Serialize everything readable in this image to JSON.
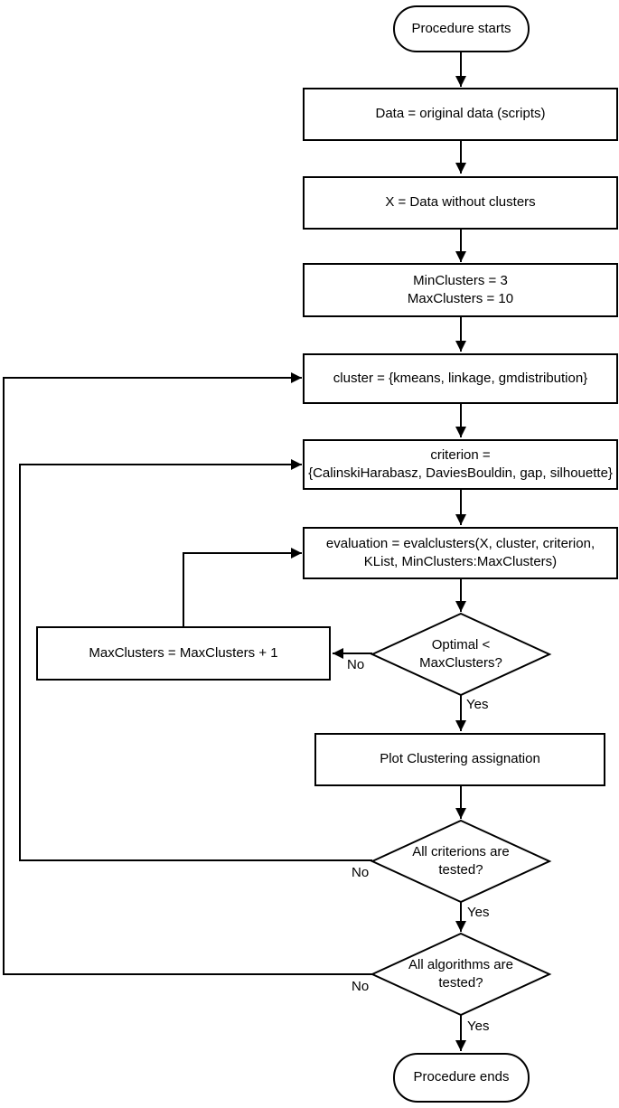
{
  "diagram": {
    "type": "flowchart",
    "colors": {
      "stroke": "#000000",
      "node_fill": "#ffffff",
      "background": "#ffffff",
      "text": "#000000"
    },
    "nodes": {
      "start": {
        "shape": "terminal",
        "label": "Procedure starts"
      },
      "data": {
        "shape": "process",
        "label": "Data = original data (scripts)"
      },
      "x": {
        "shape": "process",
        "label": "X = Data without clusters"
      },
      "minmax": {
        "shape": "process",
        "label": "MinClusters = 3\nMaxClusters = 10"
      },
      "cluster": {
        "shape": "process",
        "label": "cluster = {kmeans, linkage, gmdistribution}"
      },
      "criterion": {
        "shape": "process",
        "label": "criterion =\n{CalinskiHarabasz, DaviesBouldin, gap, silhouette}"
      },
      "evaluation": {
        "shape": "process",
        "label": "evaluation = evalclusters(X, cluster, criterion,\nKList, MinClusters:MaxClusters)"
      },
      "optimal": {
        "shape": "decision",
        "label": "Optimal <\nMaxClusters?"
      },
      "increment": {
        "shape": "process",
        "label": "MaxClusters = MaxClusters + 1"
      },
      "plot": {
        "shape": "process",
        "label": "Plot Clustering assignation"
      },
      "criterions_tested": {
        "shape": "decision",
        "label": "All criterions are\ntested?"
      },
      "algorithms_tested": {
        "shape": "decision",
        "label": "All algorithms are\ntested?"
      },
      "end": {
        "shape": "terminal",
        "label": "Procedure ends"
      }
    },
    "edges": {
      "optimal_no": "No",
      "optimal_yes": "Yes",
      "criterions_no": "No",
      "criterions_yes": "Yes",
      "algorithms_no": "No",
      "algorithms_yes": "Yes"
    }
  }
}
